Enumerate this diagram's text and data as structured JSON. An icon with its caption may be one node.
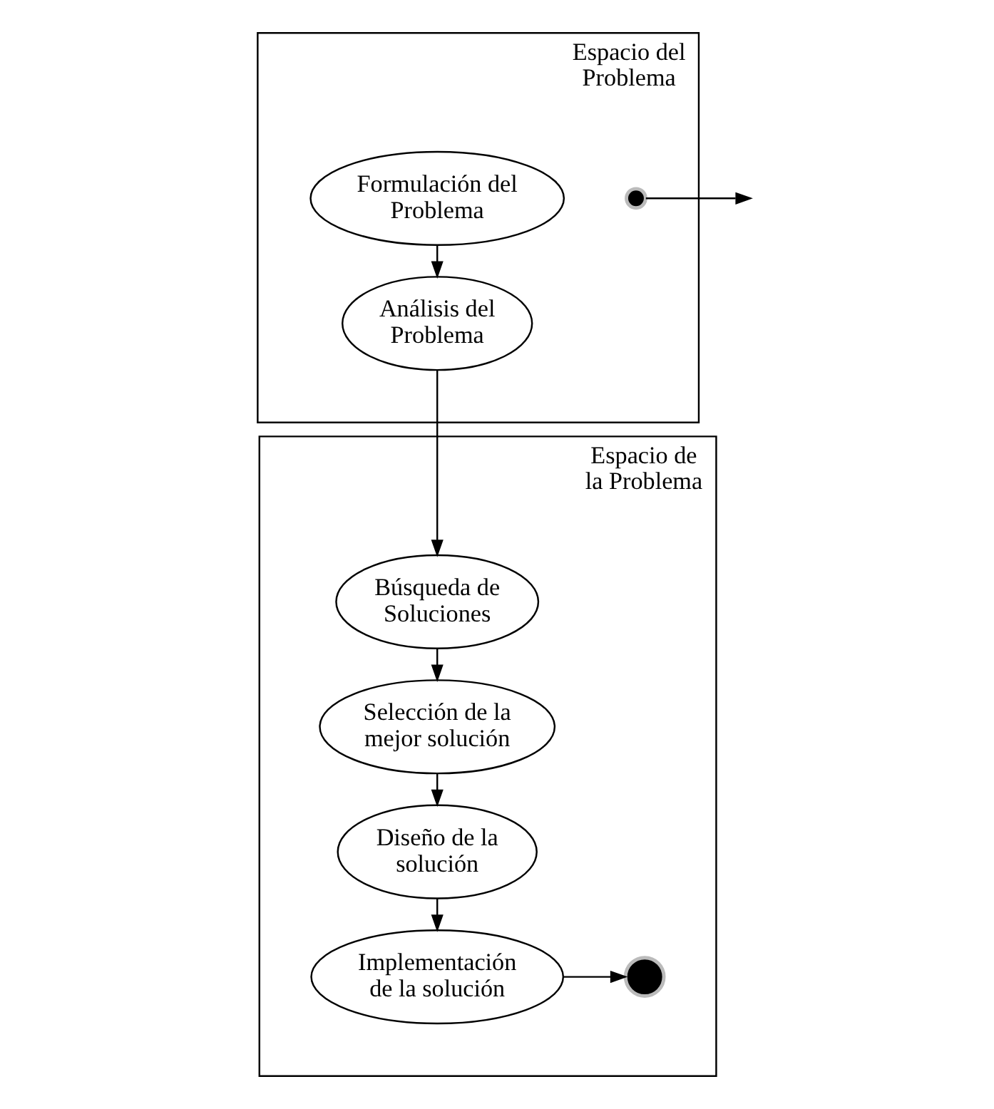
{
  "diagram": {
    "nodes": [
      {
        "text": [
          "Espacio del Problema"
        ]
      },
      {
        "text": [],
        "shape": "circle",
        "in": 0
      },
      {
        "text": [
          "Formulación del Problema"
        ],
        "in": 0
      },
      {
        "text": [
          "Análisis del Problema"
        ],
        "in": 0
      },
      {
        "text": [
          "Espacio de la Problema"
        ]
      },
      {
        "text": [
          "Búsqueda de Soluciones"
        ],
        "in": 4
      },
      {
        "text": [
          "Selección de la mejor solución"
        ],
        "in": 4
      },
      {
        "text": [
          "Diseño de la solución"
        ],
        "in": 4
      },
      {
        "text": [
          "Implementación de la solución"
        ],
        "in": 4
      },
      {
        "text": [],
        "shape": "circle",
        "in": 4
      }
    ],
    "edges": [
      {
        "from": 1,
        "to": null,
        "arrow": "to"
      },
      {
        "from": 2,
        "to": 3,
        "arrow": "to"
      },
      {
        "from": 3,
        "to": 5,
        "arrow": "to"
      },
      {
        "from": 5,
        "to": 6,
        "arrow": "to"
      },
      {
        "from": 6,
        "to": 7,
        "arrow": "to"
      },
      {
        "from": 7,
        "to": 8,
        "arrow": "to"
      },
      {
        "from": 8,
        "to": 9,
        "arrow": "to"
      }
    ]
  }
}
